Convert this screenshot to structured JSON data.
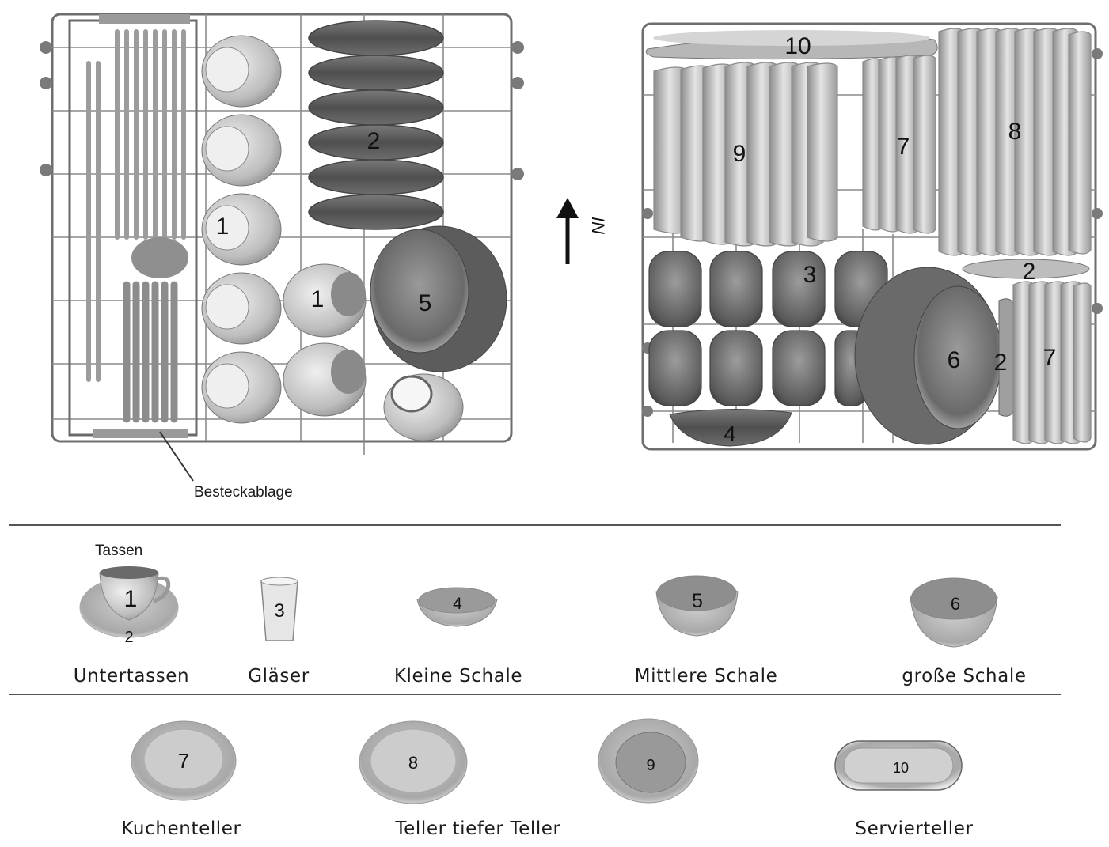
{
  "rack_left": {
    "cutlery_label": "Besteckablage",
    "markers": [
      "1",
      "1",
      "2",
      "5"
    ]
  },
  "direction_label": "IN",
  "rack_right": {
    "markers": [
      "10",
      "9",
      "7",
      "8",
      "3",
      "2",
      "6",
      "2",
      "7",
      "4"
    ]
  },
  "legend": {
    "row1": [
      {
        "number": "1",
        "label": "Tassen"
      },
      {
        "number": "2",
        "label": "Untertassen"
      },
      {
        "number": "3",
        "label": "Gläser"
      },
      {
        "number": "4",
        "label": "Kleine Schale"
      },
      {
        "number": "5",
        "label": "Mittlere Schale"
      },
      {
        "number": "6",
        "label": "große Schale"
      }
    ],
    "row2": [
      {
        "number": "7",
        "label": "Kuchenteller"
      },
      {
        "number": "8",
        "label": "Teller tiefer Teller"
      },
      {
        "number": "9",
        "label": ""
      },
      {
        "number": "10",
        "label": "Servierteller"
      }
    ]
  },
  "colors": {
    "wire": "#6e6e6e",
    "dish_light": "#d9d9d9",
    "dish_dark": "#5e5e5e",
    "ink": "#111111"
  }
}
